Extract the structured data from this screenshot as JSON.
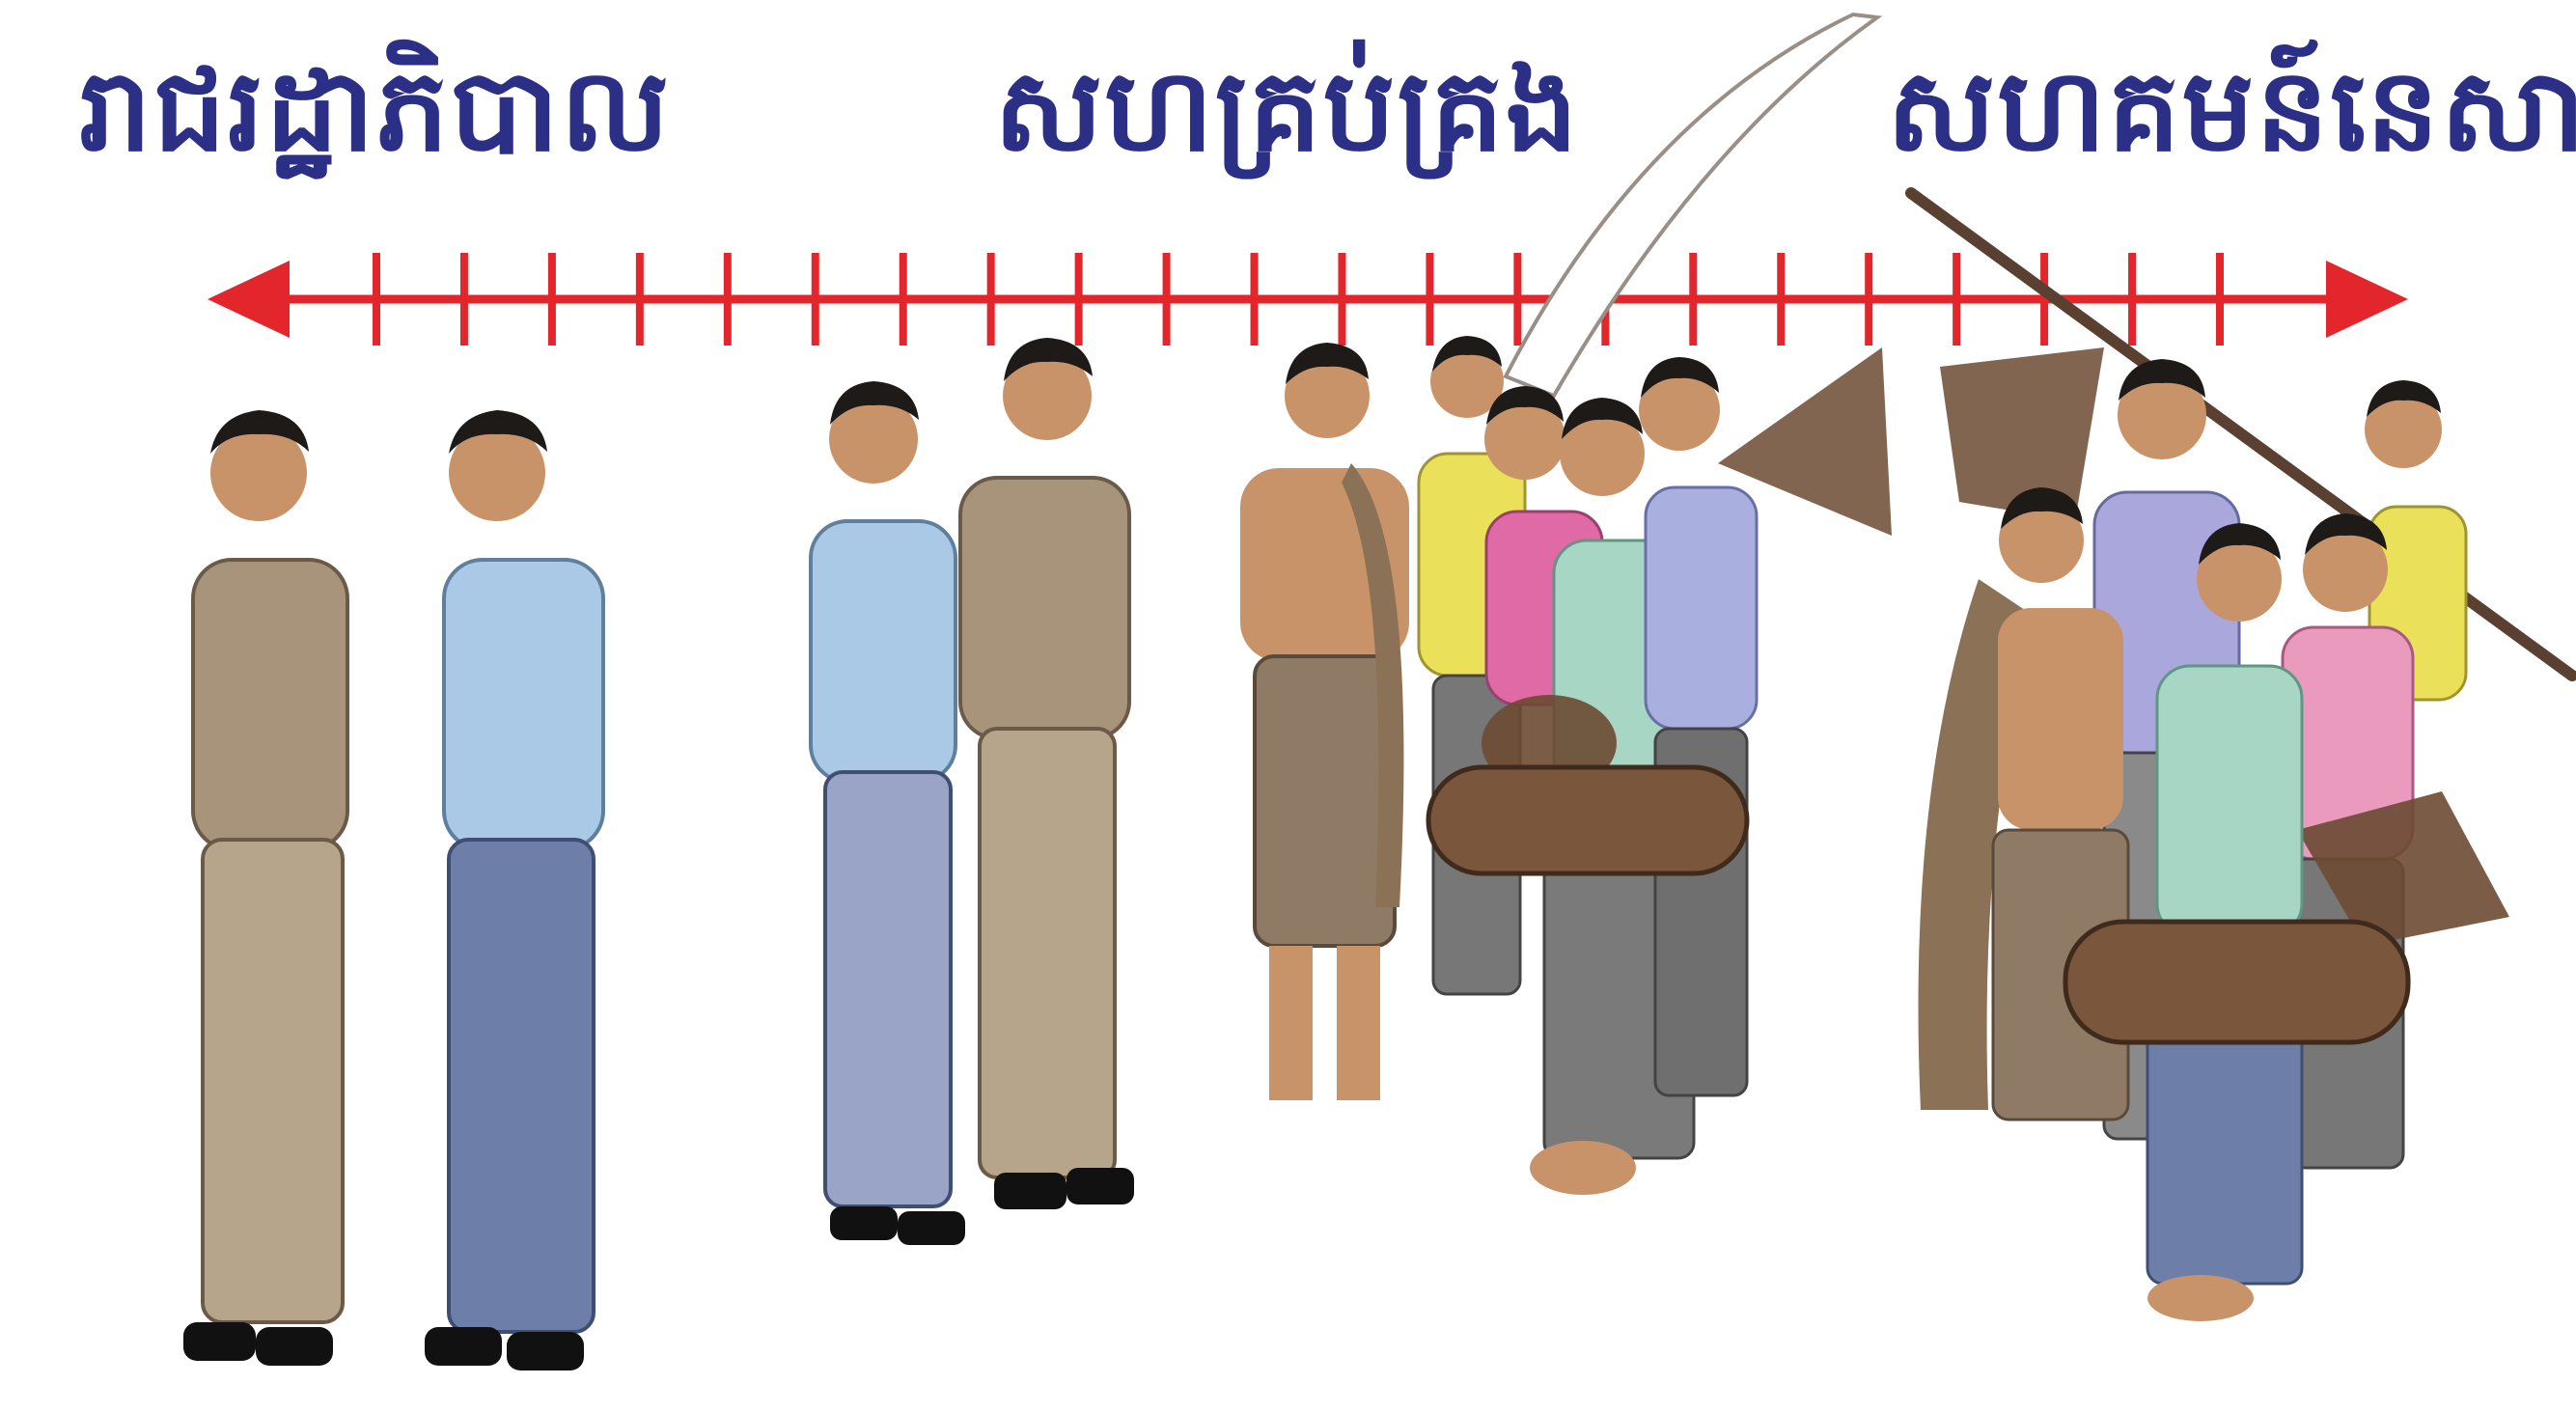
{
  "labels": {
    "government": "រាជរដ្ឋាភិបាល",
    "co_management": "សហគ្រប់គ្រង",
    "community": "សហគមន៍នេសាទ"
  },
  "colors": {
    "title": "#2b2f86",
    "scale_line": "#e3262b",
    "khaki_uniform": "#a8947a",
    "light_blue_shirt": "#a9c9e6",
    "blue_pants": "#6d7fa8",
    "skin": "#c9936a",
    "hair": "#1e1a18",
    "basket": "#6b4a33"
  },
  "scale": {
    "tick_count": 22,
    "arrows": "both-ends"
  },
  "icons": [
    "fishing-net-icon",
    "fish-trap-icon",
    "fishing-pole-icon"
  ]
}
